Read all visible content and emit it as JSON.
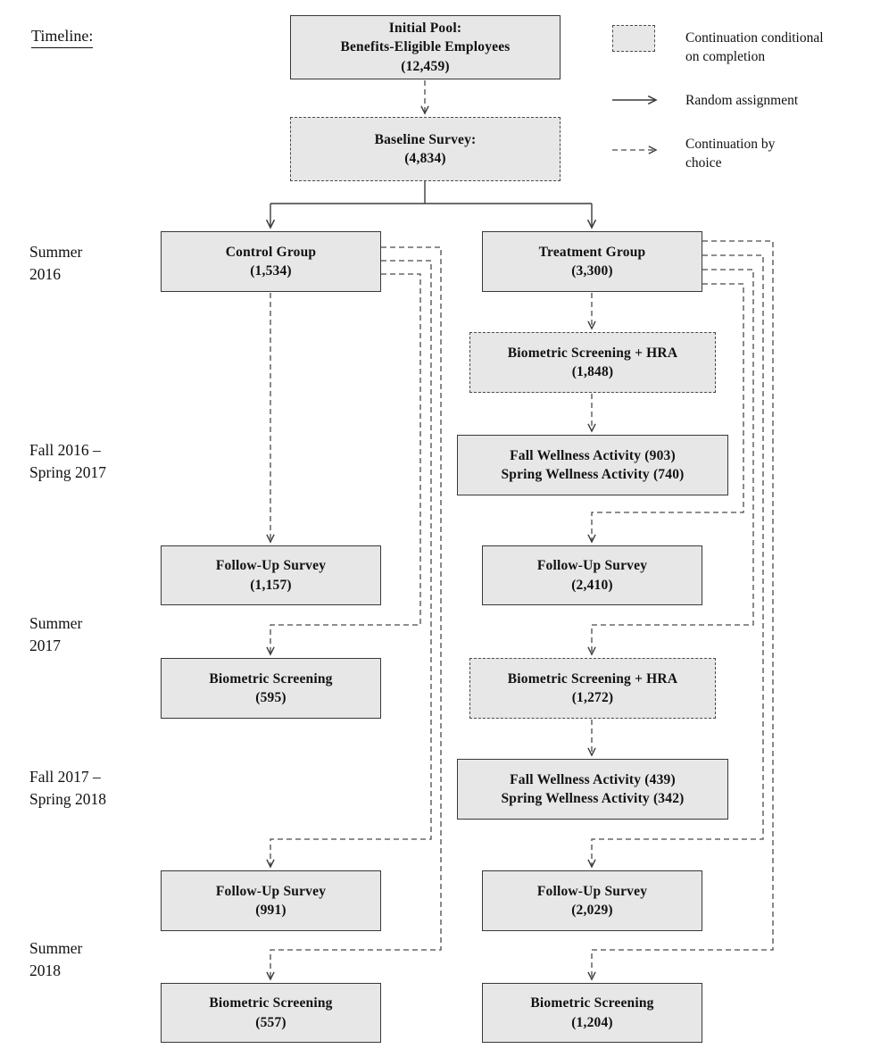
{
  "figure": {
    "timeline_title": "Timeline:",
    "timeline_labels": [
      {
        "lines": [
          "Summer",
          "2016"
        ]
      },
      {
        "lines": [
          "Fall 2016 –",
          "Spring 2017"
        ]
      },
      {
        "lines": [
          "Summer",
          "2017"
        ]
      },
      {
        "lines": [
          "Fall 2017 –",
          "Spring 2018"
        ]
      },
      {
        "lines": [
          "Summer",
          "2018"
        ]
      }
    ],
    "legend": {
      "items": [
        {
          "symbol": "dashed-box",
          "lines": [
            "Continuation conditional",
            "on completion"
          ]
        },
        {
          "symbol": "solid-arrow",
          "lines": [
            "Random assignment"
          ]
        },
        {
          "symbol": "dashed-arrow",
          "lines": [
            "Continuation by",
            "choice"
          ]
        }
      ]
    },
    "nodes": {
      "initial_pool": {
        "style": "solid",
        "lines": [
          "Initial Pool:",
          "Benefits-Eligible Employees",
          "(12,459)"
        ]
      },
      "baseline": {
        "style": "dashed",
        "lines": [
          "Baseline Survey:",
          "(4,834)"
        ]
      },
      "control_group": {
        "style": "solid",
        "lines": [
          "Control Group",
          "(1,534)"
        ]
      },
      "treatment_group": {
        "style": "solid",
        "lines": [
          "Treatment Group",
          "(3,300)"
        ]
      },
      "t_bio_hra_1": {
        "style": "dashed",
        "lines": [
          "Biometric Screening + HRA",
          "(1,848)"
        ]
      },
      "t_wellness_1": {
        "style": "solid",
        "lines": [
          "Fall Wellness Activity (903)",
          "Spring Wellness Activity (740)"
        ]
      },
      "c_followup_1": {
        "style": "solid",
        "lines": [
          "Follow-Up Survey",
          "(1,157)"
        ]
      },
      "t_followup_1": {
        "style": "solid",
        "lines": [
          "Follow-Up Survey",
          "(2,410)"
        ]
      },
      "c_bio_1": {
        "style": "solid",
        "lines": [
          "Biometric Screening",
          "(595)"
        ]
      },
      "t_bio_hra_2": {
        "style": "dashed",
        "lines": [
          "Biometric Screening + HRA",
          "(1,272)"
        ]
      },
      "t_wellness_2": {
        "style": "solid",
        "lines": [
          "Fall Wellness Activity (439)",
          "Spring Wellness Activity (342)"
        ]
      },
      "c_followup_2": {
        "style": "solid",
        "lines": [
          "Follow-Up Survey",
          "(991)"
        ]
      },
      "t_followup_2": {
        "style": "solid",
        "lines": [
          "Follow-Up Survey",
          "(2,029)"
        ]
      },
      "c_bio_2": {
        "style": "solid",
        "lines": [
          "Biometric Screening",
          "(557)"
        ]
      },
      "t_bio_2": {
        "style": "solid",
        "lines": [
          "Biometric Screening",
          "(1,204)"
        ]
      }
    },
    "colors": {
      "box_fill": "#e7e7e7",
      "box_border": "#383838",
      "dashed_line": "#4a4a4a",
      "text": "#111111",
      "background": "#ffffff"
    }
  }
}
